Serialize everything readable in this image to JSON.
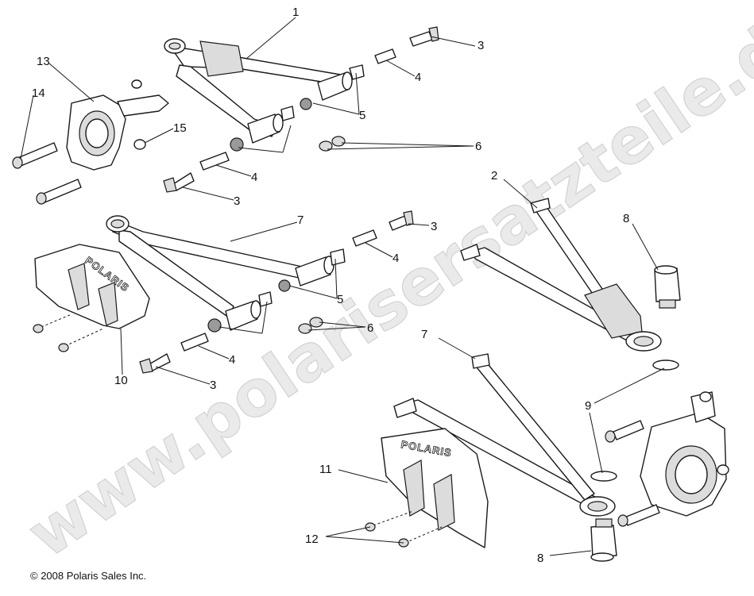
{
  "watermark": "www.polarisersatzteile.de",
  "copyright": "© 2008 Polaris Sales Inc.",
  "guard_brand": "POLARIS",
  "callouts": {
    "c1": "1",
    "c2": "2",
    "c3a": "3",
    "c3b": "3",
    "c3c": "3",
    "c3d": "3",
    "c4a": "4",
    "c4b": "4",
    "c4c": "4",
    "c4d": "4",
    "c5a": "5",
    "c5b": "5",
    "c6a": "6",
    "c6b": "6",
    "c7a": "7",
    "c7b": "7",
    "c8a": "8",
    "c8b": "8",
    "c9": "9",
    "c10": "10",
    "c11": "11",
    "c12": "12",
    "c13": "13",
    "c14": "14",
    "c15": "15"
  }
}
